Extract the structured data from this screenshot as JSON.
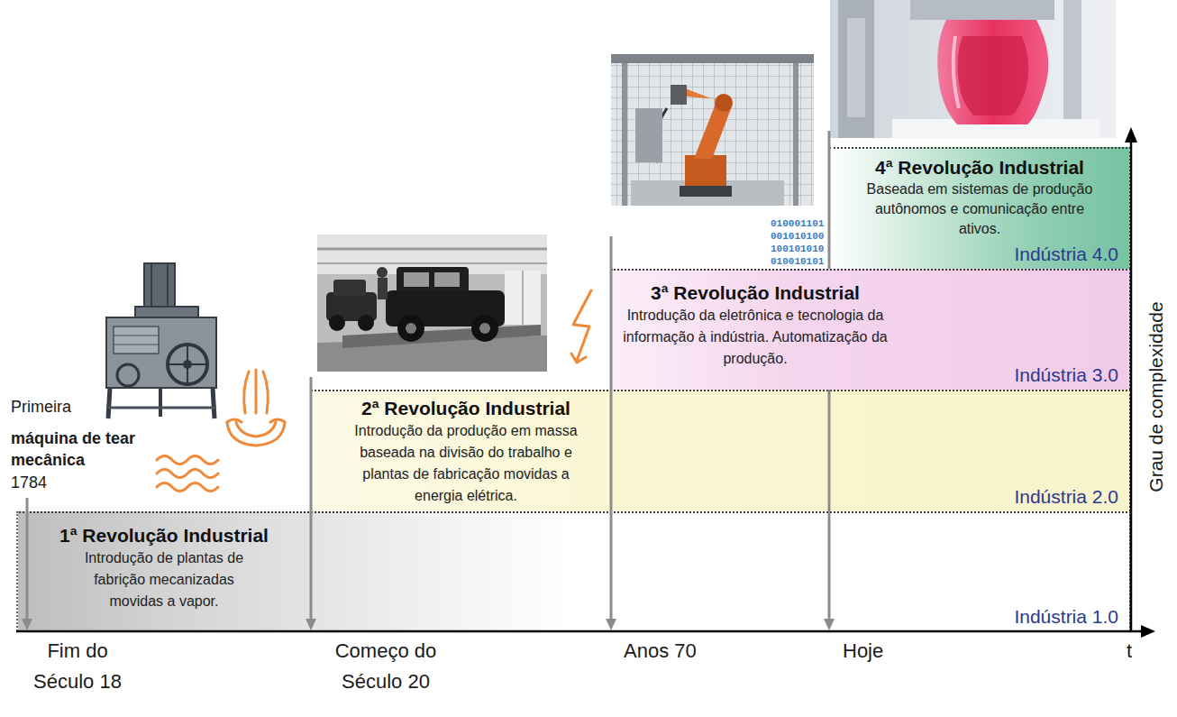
{
  "diagram": {
    "nodes": [
      {
        "text": [
          "1ª Revolução Industrial",
          "Introdução de plantas de fabrição mecanizadas movidas a vapor.",
          "Indústria 1.0"
        ]
      },
      {
        "text": [
          "2ª Revolução Industrial",
          "Introdução da produção em massa baseada na divisão do trabalho e plantas de fabricação movidas a energia elétrica.",
          "Indústria 2.0"
        ]
      },
      {
        "text": [
          "3ª Revolução Industrial",
          "Introdução da eletrônica e tecnologia da informação à indústria. Automatização da produção.",
          "Indústria 3.0"
        ]
      },
      {
        "text": [
          "4ª Revolução Industrial",
          "Baseada em sistemas de produção autônomos e comunicação entre ativos.",
          "Indústria 4.0"
        ]
      }
    ],
    "labels": [
      "Primeira",
      "máquina de tear mecânica",
      "1784",
      "010001101 001010100 100101010 010010101",
      "Fim do Século 18",
      "Começo do Século 20",
      "Anos 70",
      "Hoje",
      "t",
      "Grau de complexidade"
    ]
  }
}
